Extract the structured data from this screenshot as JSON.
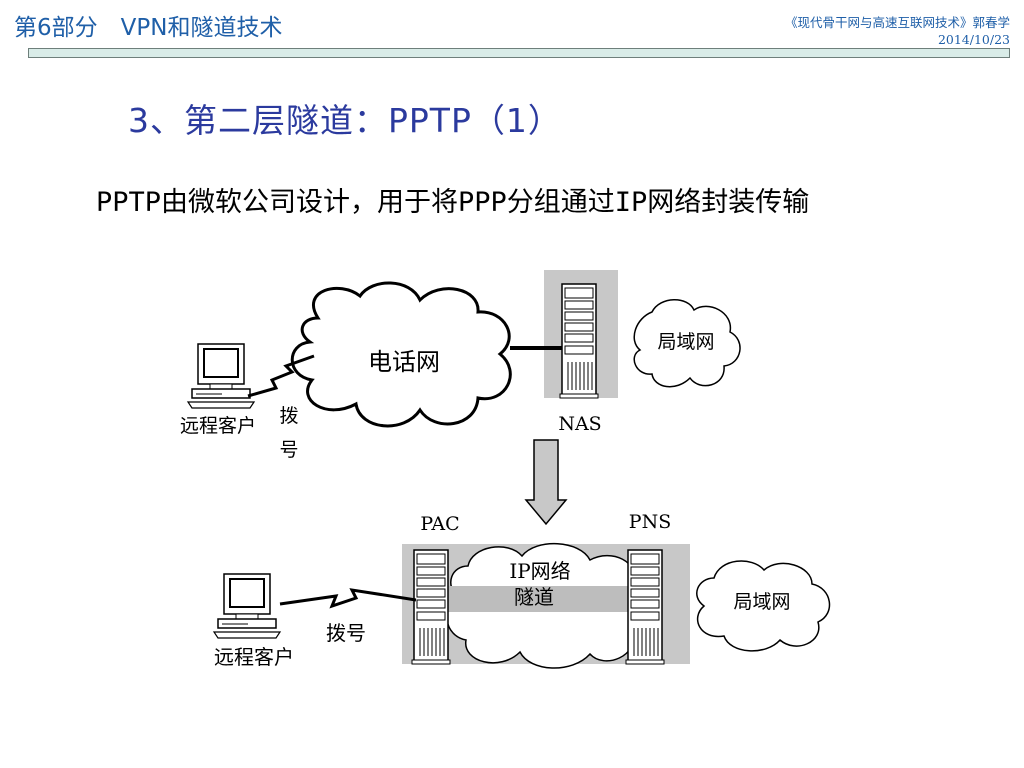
{
  "header": {
    "section_title": "第6部分　VPN和隧道技术",
    "book_title": "《现代骨干网与高速互联网技术》郭春学",
    "date": "2014/10/23"
  },
  "slide": {
    "title": "3、第二层隧道：PPTP（1）",
    "subtitle": "PPTP由微软公司设计，用于将PPP分组通过IP网络封装传输"
  },
  "diagram_top": {
    "phone_network_label": "电话网",
    "lan_label": "局域网",
    "nas_label": "NAS",
    "remote_client_label": "远程客户",
    "dial_label_line1": "拨",
    "dial_label_line2": "号"
  },
  "diagram_bottom": {
    "pac_label": "PAC",
    "pns_label": "PNS",
    "ip_network_label_line1": "IP网络",
    "ip_network_label_line2": "隧道",
    "lan_label": "局域网",
    "dial_label": "拨号",
    "remote_client_label": "远程客户"
  },
  "colors": {
    "header_text": "#1f5fa8",
    "title_text": "#2b3a9e",
    "header_bar_fill": "#d9ece8",
    "server_backdrop": "#c8c8c8",
    "tunnel_band": "#bdbdbd"
  }
}
